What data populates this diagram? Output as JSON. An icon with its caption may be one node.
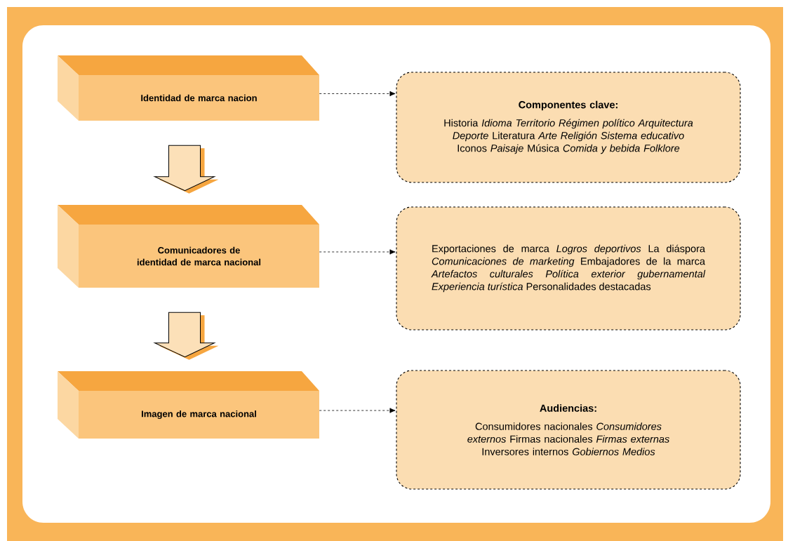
{
  "diagram": {
    "nodes": [
      {
        "text": [
          "Identidad de marca nacion"
        ]
      },
      {
        "text": [
          "Comunicadores de identidad de marca nacional"
        ]
      },
      {
        "text": [
          "Imagen de marca nacional"
        ]
      },
      {
        "text": [
          "Componentes clave:",
          "Historia *Idioma Territorio Régimen político Arquitectura Deporte* Literatura *Arte Religión Sistema educativo* Iconos *Paisaje* Música *Comida y bebida Folklore*"
        ]
      },
      {
        "text": [
          "Exportaciones de marca *Logros deportivos* La diáspora *Comunicaciones de marketing* Embajadores de la marca *Artefactos culturales Política exterior gubernamental Experiencia turística* Personalidades destacadas"
        ]
      },
      {
        "text": [
          "Audiencias:",
          "Consumidores nacionales *Consumidores externos* Firmas nacionales *Firmas externas* Inversores internos *Gobiernos Medios*"
        ]
      }
    ],
    "edges": [
      {
        "from": 0,
        "to": 3,
        "arrow": "to",
        "style": "dashed"
      },
      {
        "from": 1,
        "to": 4,
        "arrow": "to",
        "style": "dashed"
      },
      {
        "from": 2,
        "to": 5,
        "arrow": "to",
        "style": "dashed"
      },
      {
        "from": 0,
        "to": 1,
        "arrow": "to"
      },
      {
        "from": 1,
        "to": 2,
        "arrow": "to"
      }
    ]
  }
}
